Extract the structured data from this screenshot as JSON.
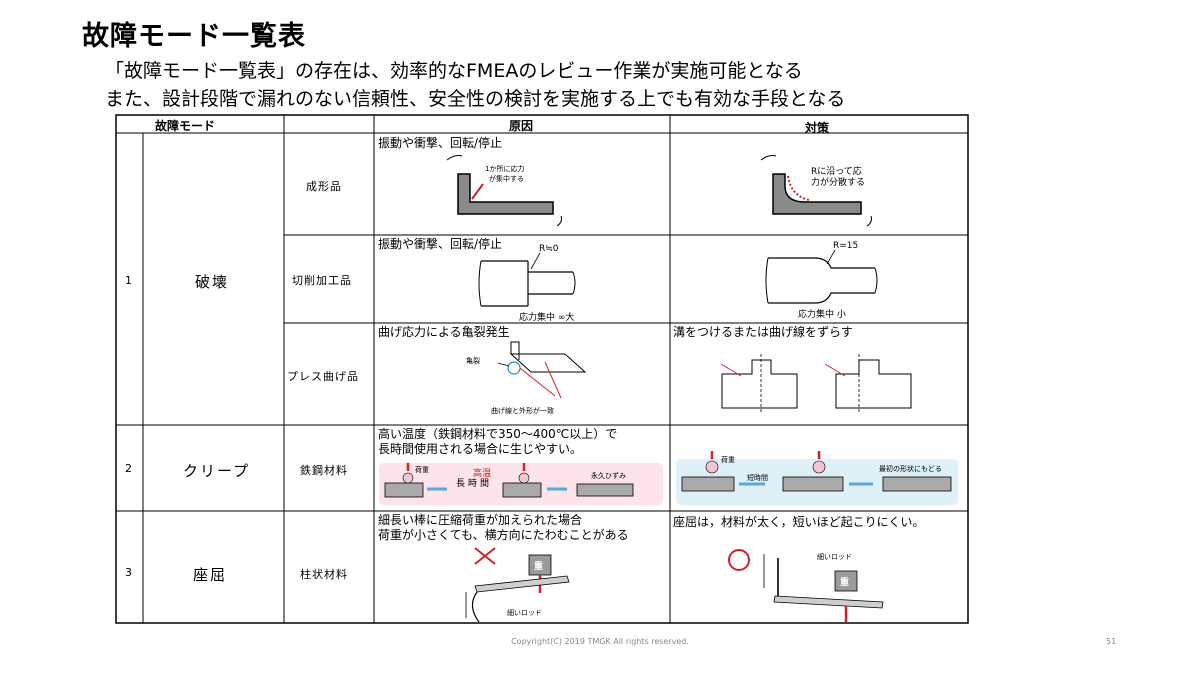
{
  "title": "故障モード一覧表",
  "subtitle_1": "「故障モード一覧表」の存在は、効率的なFMEAのレビュー作業が実施可能となる",
  "subtitle_2": "また、設計段階で漏れのない信頼性、安全性の検討を実施する上でも有効な手段となる",
  "table": {
    "headers": {
      "mode": "故障モード",
      "cause": "原因",
      "measure": "対策"
    },
    "rows": [
      {
        "no": "1",
        "mode": "破壊",
        "subs": [
          {
            "label": "成形品",
            "cause_text": "振動や衝撃、回転/停止",
            "cause_note": [
              "1か所に応力",
              "が集中する"
            ],
            "measure_note": [
              "Rに沿って応",
              "力が分散する"
            ]
          },
          {
            "label": "切削加工品",
            "cause_text": "振動や衝撃、回転/停止",
            "cause_r": "R≒0",
            "cause_caption": "応力集中 ∞大",
            "measure_r": "R=15",
            "measure_caption": "応力集中 小"
          },
          {
            "label": "プレス曲げ品",
            "cause_text": "曲げ応力による亀裂発生",
            "cause_crack": "亀裂",
            "cause_caption": "曲げ線と外形が一致",
            "measure_text": "溝をつけるまたは曲げ線をずらす"
          }
        ]
      },
      {
        "no": "2",
        "mode": "クリープ",
        "subs": [
          {
            "label": "鉄鋼材料",
            "cause_text": [
              "高い温度（鉄鋼材料で350～400℃以上）で",
              "長時間使用される場合に生じやすい。"
            ],
            "cause_load": "荷重",
            "cause_hot": "高温",
            "cause_long": "長時間",
            "cause_perm": "永久ひずみ",
            "measure_load": "荷重",
            "measure_short": "短時間",
            "measure_return": "最初の形状にもどる"
          }
        ]
      },
      {
        "no": "3",
        "mode": "座屈",
        "subs": [
          {
            "label": "柱状材料",
            "cause_text": [
              "細長い棒に圧縮荷重が加えられた場合",
              "荷重が小さくても、横方向にたわむことがある"
            ],
            "cause_weight": "重",
            "cause_rod": "細いロッド",
            "measure_text": "座屈は，材料が太く，短いほど起こりにくい。",
            "measure_rod": "細いロッド",
            "measure_weight": "重"
          }
        ]
      }
    ]
  },
  "footer": "Copyright(C) 2019 TMGK All rights reserved.",
  "page_number": "51"
}
